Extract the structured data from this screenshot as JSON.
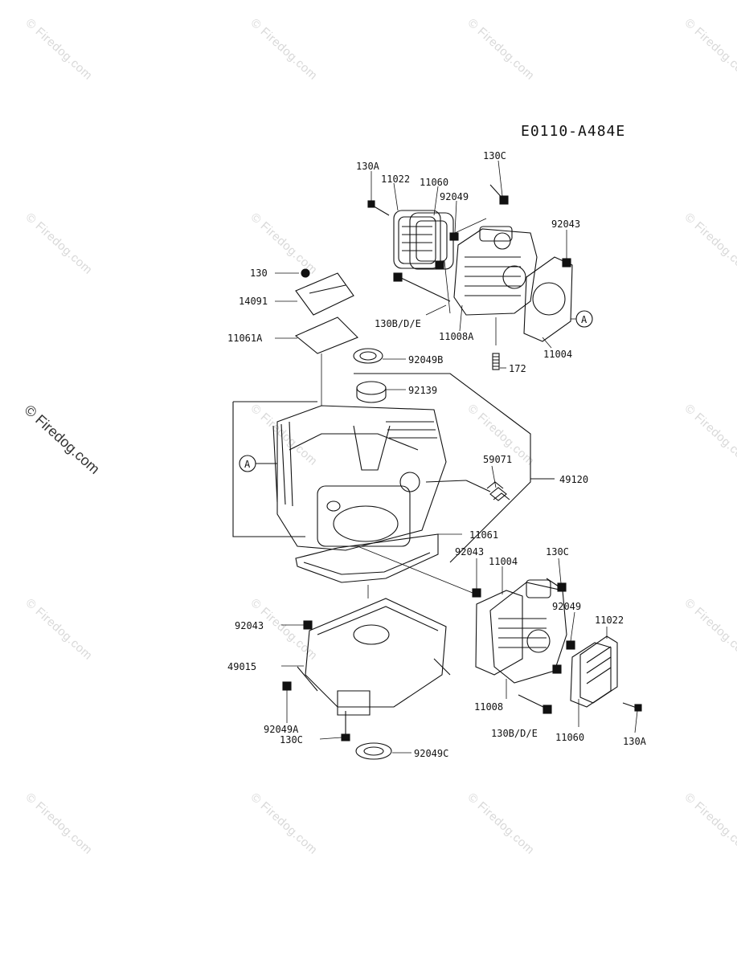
{
  "diagram_code": "E0110-A484E",
  "watermark_text": "© Firedog.com",
  "callout_marker": "A",
  "part_labels": {
    "p130A_top": "130A",
    "p11022_top": "11022",
    "p11060_top": "11060",
    "p130C_top": "130C",
    "p92049_top": "92049",
    "p92043_top": "92043",
    "p130": "130",
    "p14091": "14091",
    "p130BDE_top": "130B/D/E",
    "p11008A": "11008A",
    "p11004_top": "11004",
    "p172": "172",
    "p11061A": "11061A",
    "p92049B": "92049B",
    "p92139": "92139",
    "p59071": "59071",
    "p49120": "49120",
    "p11061": "11061",
    "p92043_mid": "92043",
    "p11004_mid": "11004",
    "p130C_right": "130C",
    "p92049_right": "92049",
    "p11022_right": "11022",
    "p92043_left": "92043",
    "p49015": "49015",
    "p92049A": "92049A",
    "p130C_bottom": "130C",
    "p92049C": "92049C",
    "p11008": "11008",
    "p130BDE_bottom": "130B/D/E",
    "p11060_bottom": "11060",
    "p130A_bottom": "130A"
  }
}
